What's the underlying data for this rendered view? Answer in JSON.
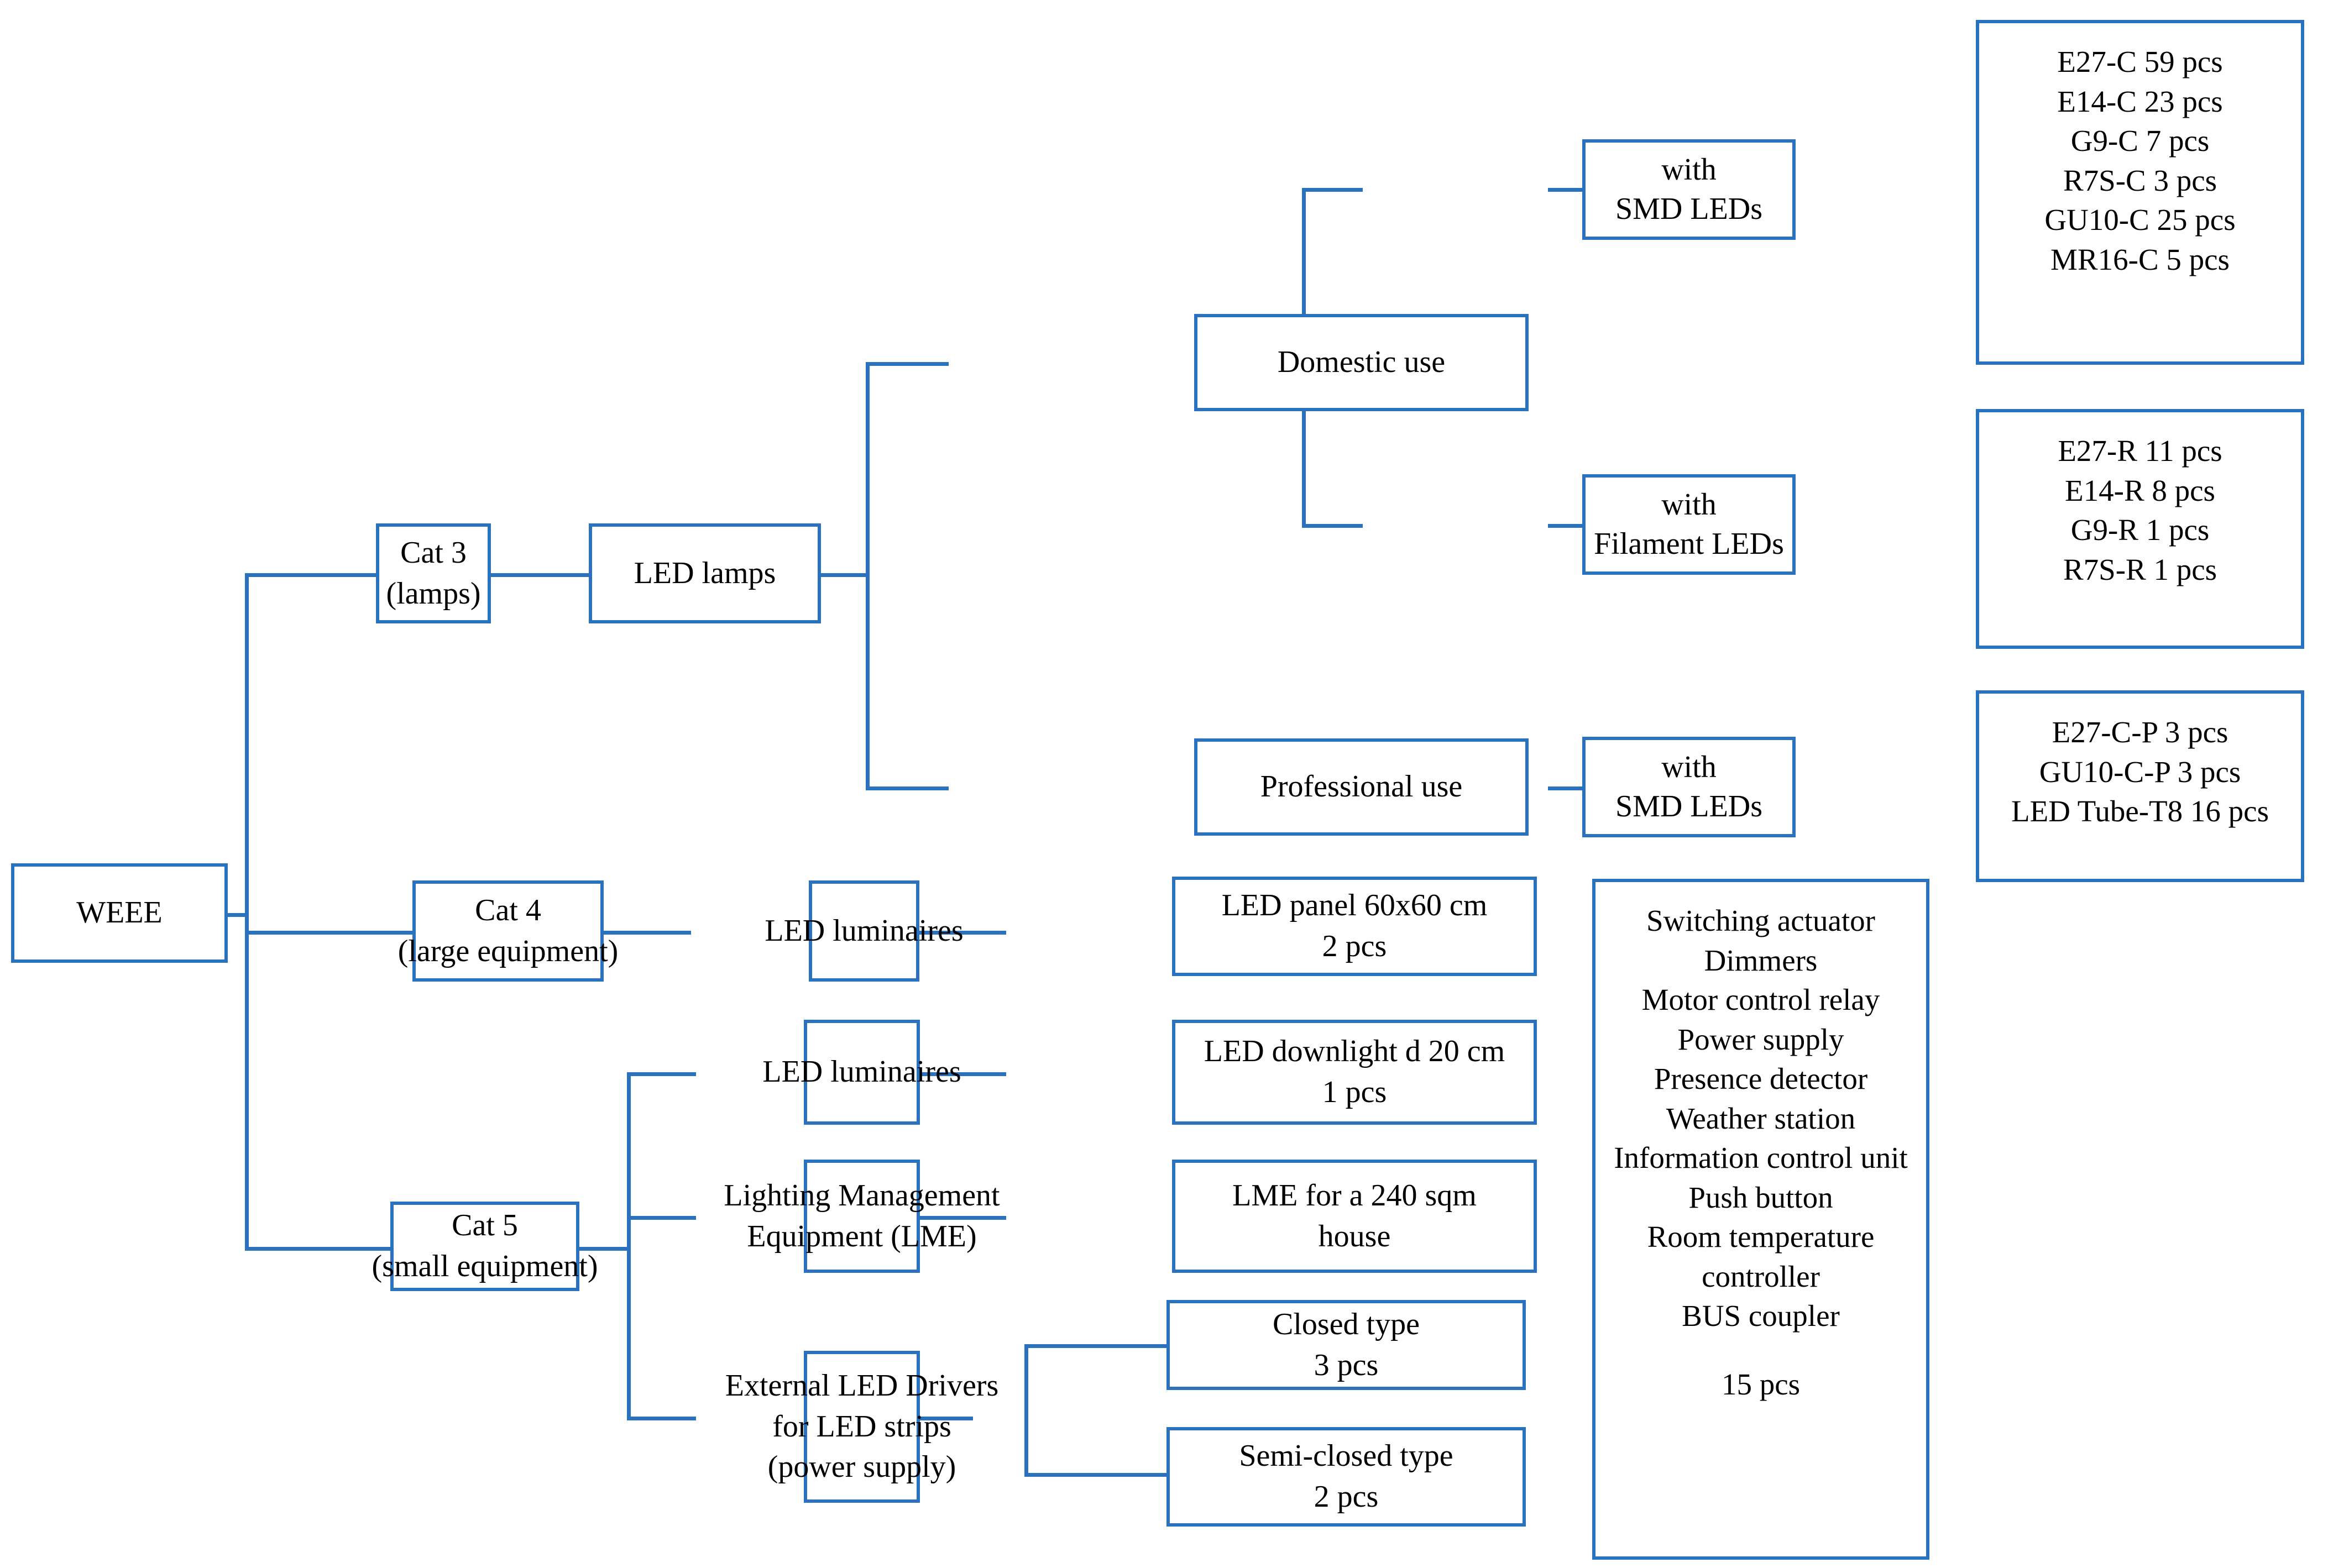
{
  "diagram": {
    "title": "WEEE LED equipment classification tree",
    "accent_color": "#2a72bd",
    "background_color": "#ffffff",
    "text_color": "#000000"
  },
  "nodes": {
    "root": {
      "line1": "WEEE"
    },
    "cat3": {
      "line1": "Cat 3",
      "line2": "(lamps)"
    },
    "cat4": {
      "line1": "Cat 4",
      "line2": "(large equipment)"
    },
    "cat5": {
      "line1": "Cat 5",
      "line2": "(small equipment)"
    },
    "led_lamps": {
      "line1": "LED lamps"
    },
    "domestic_use": {
      "line1": "Domestic use"
    },
    "professional_use": {
      "line1": "Professional use"
    },
    "smd_domestic": {
      "line1": "with",
      "line2": "SMD LEDs"
    },
    "filament_domestic": {
      "line1": "with",
      "line2": "Filament LEDs"
    },
    "smd_professional": {
      "line1": "with",
      "line2": "SMD LEDs"
    },
    "cat4_luminaires": {
      "line1": "LED luminaires"
    },
    "led_panel": {
      "line1": "LED panel 60x60 cm",
      "line2": "2 pcs"
    },
    "cat5_luminaires": {
      "line1": "LED luminaires"
    },
    "led_downlight": {
      "line1": "LED downlight d 20 cm",
      "line2": "1 pcs"
    },
    "lme": {
      "line1": "Lighting Management",
      "line2": "Equipment (LME)"
    },
    "lme_house": {
      "line1": "LME for a 240 sqm",
      "line2": "house"
    },
    "drivers": {
      "line1": "External LED Drivers",
      "line2": "for LED strips",
      "line3": "(power supply)"
    },
    "closed_type": {
      "line1": "Closed type",
      "line2": "3 pcs"
    },
    "semi_closed_type": {
      "line1": "Semi-closed type",
      "line2": "2 pcs"
    },
    "smd_domestic_items": {
      "lines": [
        "E27-C 59 pcs",
        "E14-C 23 pcs",
        "G9-C 7 pcs",
        "R7S-C 3 pcs",
        "GU10-C 25 pcs",
        "MR16-C 5 pcs"
      ]
    },
    "filament_domestic_items": {
      "lines": [
        "E27-R 11 pcs",
        "E14-R 8 pcs",
        "G9-R 1 pcs",
        "R7S-R 1 pcs"
      ]
    },
    "smd_professional_items": {
      "lines": [
        "E27-C-P 3 pcs",
        "GU10-C-P 3 pcs",
        "LED Tube-T8 16 pcs"
      ]
    },
    "lme_components": {
      "lines": [
        "Switching actuator",
        "Dimmers",
        "Motor control relay",
        "Power supply",
        "Presence detector",
        "Weather station",
        "Information control unit",
        "Push button",
        "Room temperature",
        "controller",
        "BUS coupler"
      ],
      "total": "15 pcs"
    }
  }
}
